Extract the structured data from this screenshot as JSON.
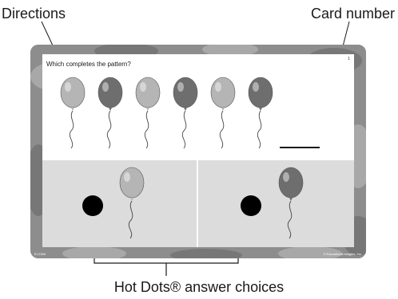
{
  "callouts": {
    "directions": "Directions",
    "card_number": "Card number",
    "hot_dots": "Hot Dots® answer choices"
  },
  "card": {
    "question": "Which completes the pattern?",
    "number": "1",
    "footer_left": "EI-2306",
    "footer_right": "© Educational Insights, Inc.",
    "pattern": [
      "light",
      "dark",
      "light",
      "dark",
      "light",
      "dark"
    ],
    "answer_choices": [
      {
        "balloon": "light"
      },
      {
        "balloon": "dark"
      }
    ]
  },
  "colors": {
    "balloon_light": "#b5b5b5",
    "balloon_dark": "#6e6e6e",
    "card_border": "#8d8d8d",
    "answer_background": "#dcdcdc",
    "hot_dot": "#000000"
  }
}
